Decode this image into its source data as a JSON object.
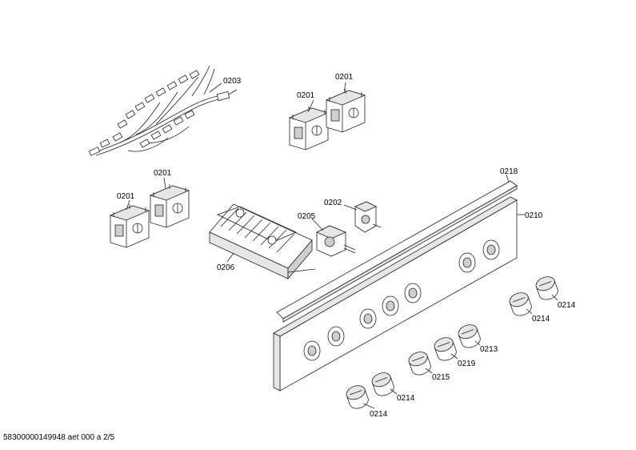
{
  "labels": {
    "harness": "0203",
    "thermostat_top_left": "0201",
    "thermostat_top_right": "0201",
    "thermostat_mid_left": "0201",
    "thermostat_mid_right": "0201",
    "switch_block": "0206",
    "selector": "0205",
    "regulator": "0202",
    "trim_strip": "0218",
    "panel": "0210",
    "knob_far_right": "0214",
    "knob_right": "0214",
    "knob_0213": "0213",
    "knob_0219": "0219",
    "knob_0215": "0215",
    "knob_bottom_mid": "0214",
    "knob_bottom_left": "0214"
  },
  "footer": "58300000149948 aet 000 a 2/5"
}
